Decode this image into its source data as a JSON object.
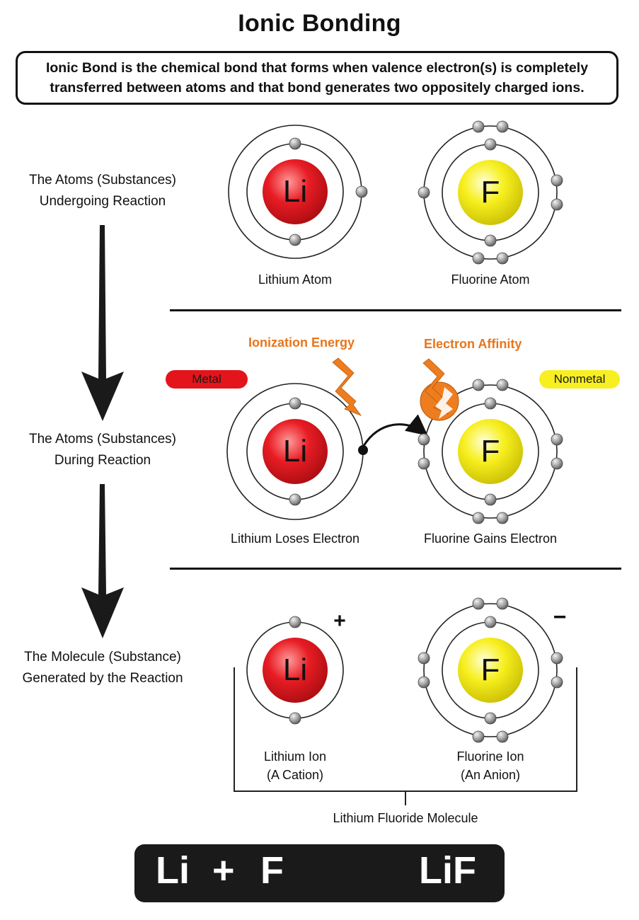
{
  "title": "Ionic Bonding",
  "definition": "Ionic Bond is the chemical bond that forms when valence electron(s) is completely transferred between atoms and that bond generates two oppositely charged ions.",
  "stages": {
    "s1": {
      "line1": "The Atoms (Substances)",
      "line2": "Undergoing Reaction"
    },
    "s2": {
      "line1": "The Atoms (Substances)",
      "line2": "During Reaction"
    },
    "s3": {
      "line1": "The Molecule (Substance)",
      "line2": "Generated by the Reaction"
    }
  },
  "row1": {
    "li_caption": "Lithium Atom",
    "f_caption": "Fluorine Atom"
  },
  "row2": {
    "ionization": "Ionization Energy",
    "affinity": "Electron Affinity",
    "metal": "Metal",
    "nonmetal": "Nonmetal",
    "li_caption": "Lithium Loses Electron",
    "f_caption": "Fluorine Gains Electron"
  },
  "row3": {
    "li_caption_1": "Lithium Ion",
    "li_caption_2": "(A Cation)",
    "f_caption_1": "Fluorine Ion",
    "f_caption_2": "(An Anion)",
    "molecule": "Lithium Fluoride Molecule",
    "plus": "+",
    "minus": "−"
  },
  "symbols": {
    "li": "Li",
    "f": "F"
  },
  "equation": {
    "left1": "Li",
    "plus": "+",
    "left2": "F",
    "product": "LiF"
  },
  "colors": {
    "lithium": "#e0161e",
    "fluorine": "#f4ec1a",
    "orange": "#ee7d1f",
    "metal_pill": "#e3141b",
    "nonmetal_pill": "#f7ef22",
    "electron": "#9a9a9a"
  }
}
